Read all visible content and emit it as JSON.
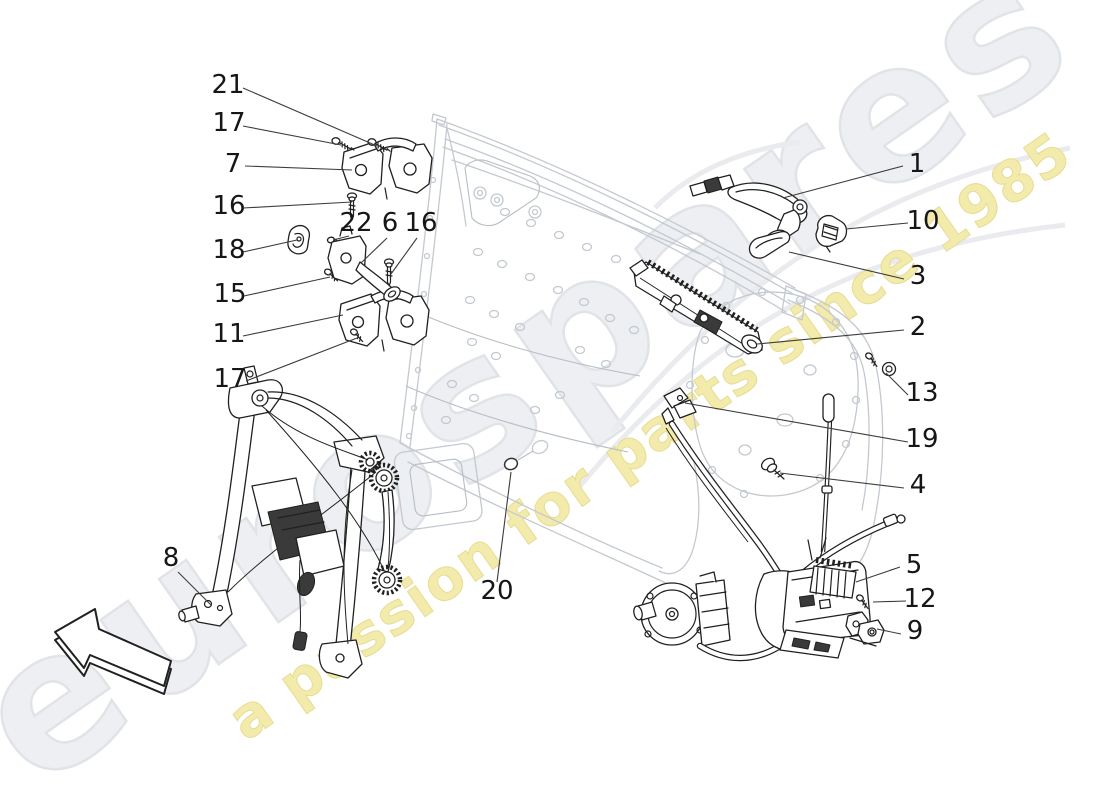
{
  "watermark": {
    "brand": "eurospares",
    "tagline": "a passion for parts since 1985",
    "brand_color": "#edeff2",
    "brand_outline": "#e0e3e7",
    "tagline_color": "#f2ebac",
    "tagline_outline": "#e7dc92"
  },
  "colors": {
    "background": "#ffffff",
    "part_line": "#202020",
    "door_line": "#c3c9d0",
    "leader_line": "#3c3c3c",
    "label_text": "#161616"
  },
  "callouts": {
    "c21": "21",
    "c17a": "17",
    "c7": "7",
    "c16a": "16",
    "c18": "18",
    "c15": "15",
    "c11": "11",
    "c17b": "17",
    "c22": "22",
    "c6": "6",
    "c16b": "16",
    "c8": "8",
    "c20": "20",
    "c1": "1",
    "c10": "10",
    "c3": "3",
    "c2": "2",
    "c13": "13",
    "c19": "19",
    "c4": "4",
    "c5": "5",
    "c12": "12",
    "c9": "9"
  }
}
